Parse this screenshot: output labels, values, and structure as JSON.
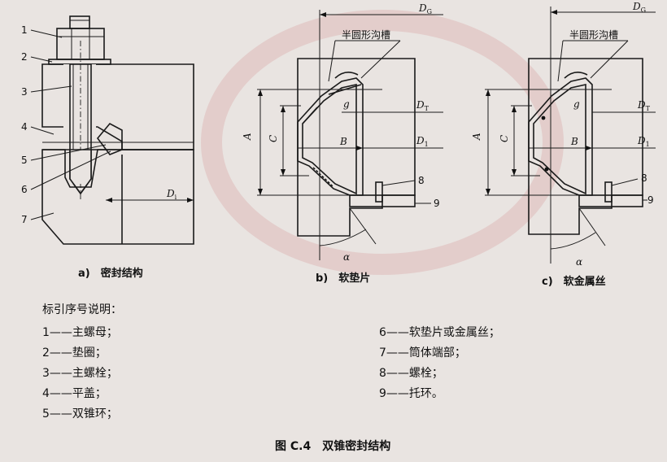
{
  "figure_caption": "图 C.4　双锥密封结构",
  "legend_title": "标引序号说明：",
  "legend_left": [
    "1——主螺母；",
    "2——垫圈；",
    "3——主螺栓；",
    "4——平盖；",
    "5——双锥环；"
  ],
  "legend_right": [
    "6——软垫片或金属丝；",
    "7——筒体端部；",
    "8——螺栓；",
    "9——托环。"
  ],
  "fig_a": {
    "caption": "a)　密封结构",
    "callouts": [
      "1",
      "2",
      "3",
      "4",
      "5",
      "6",
      "7"
    ],
    "dim_di": "D",
    "dim_di_sub": "i"
  },
  "fig_b": {
    "caption": "b)　软垫片",
    "groove_label": "半圆形沟槽",
    "dim_dg": "D",
    "dim_dg_sub": "G",
    "dim_dt": "D",
    "dim_dt_sub": "T",
    "dim_d1": "D",
    "dim_d1_sub": "1",
    "dim_a": "A",
    "dim_c": "C",
    "dim_b": "B",
    "dim_g": "g",
    "dim_alpha": "α",
    "callout_8": "8",
    "callout_9": "9"
  },
  "fig_c": {
    "caption": "c)　软金属丝",
    "groove_label": "半圆形沟槽",
    "dim_dg": "D",
    "dim_dg_sub": "G",
    "dim_dt": "D",
    "dim_dt_sub": "T",
    "dim_d1": "D",
    "dim_d1_sub": "1",
    "dim_a": "A",
    "dim_c": "C",
    "dim_b": "B",
    "dim_g": "g",
    "dim_alpha": "α",
    "callout_8": "8",
    "callout_9": "9"
  },
  "colors": {
    "background": "#e9e4e1",
    "line": "#1a1a1a",
    "watermark": "#e2bcbc"
  }
}
